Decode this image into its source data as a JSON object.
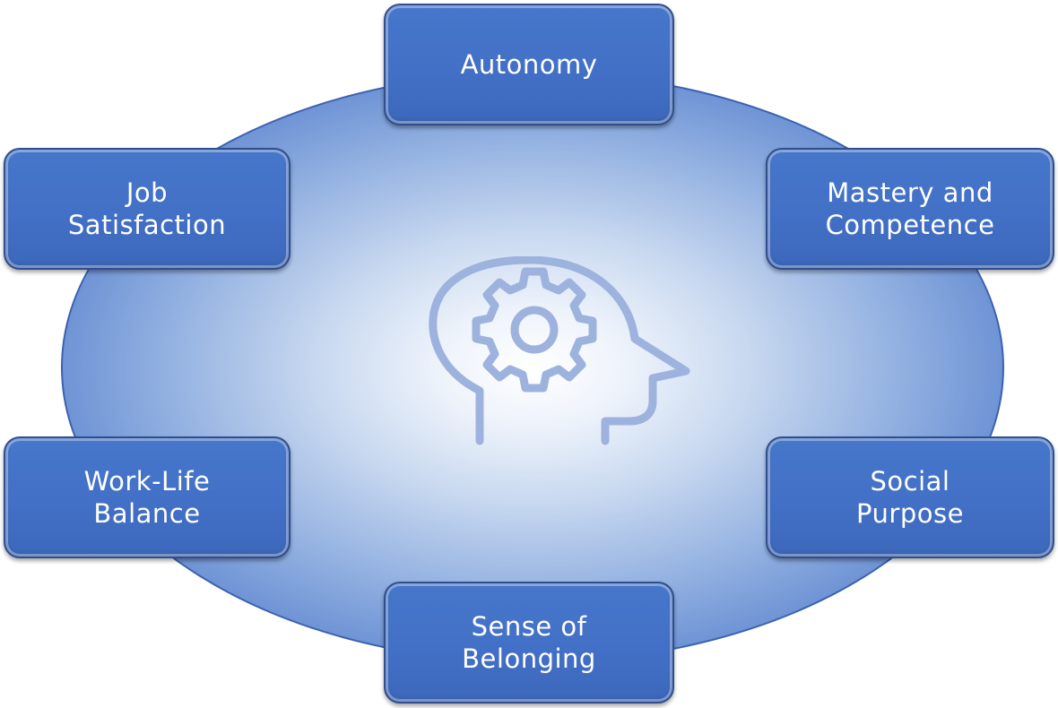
{
  "diagram": {
    "center_icon": "head-with-gear-icon",
    "nodes": [
      {
        "id": "autonomy",
        "label": "Autonomy"
      },
      {
        "id": "mastery",
        "label": "Mastery and\nCompetence"
      },
      {
        "id": "social",
        "label": "Social\nPurpose"
      },
      {
        "id": "belonging",
        "label": "Sense of\nBelonging"
      },
      {
        "id": "work",
        "label": "Work-Life\nBalance"
      },
      {
        "id": "job",
        "label": "Job\nSatisfaction"
      }
    ],
    "colors": {
      "node_fill": "#4472C4",
      "node_border": "#2F4F8C",
      "ellipse_edge": "#3F6AC0",
      "ellipse_center": "#FFFFFF",
      "icon_stroke": "#9DB3DE"
    }
  }
}
